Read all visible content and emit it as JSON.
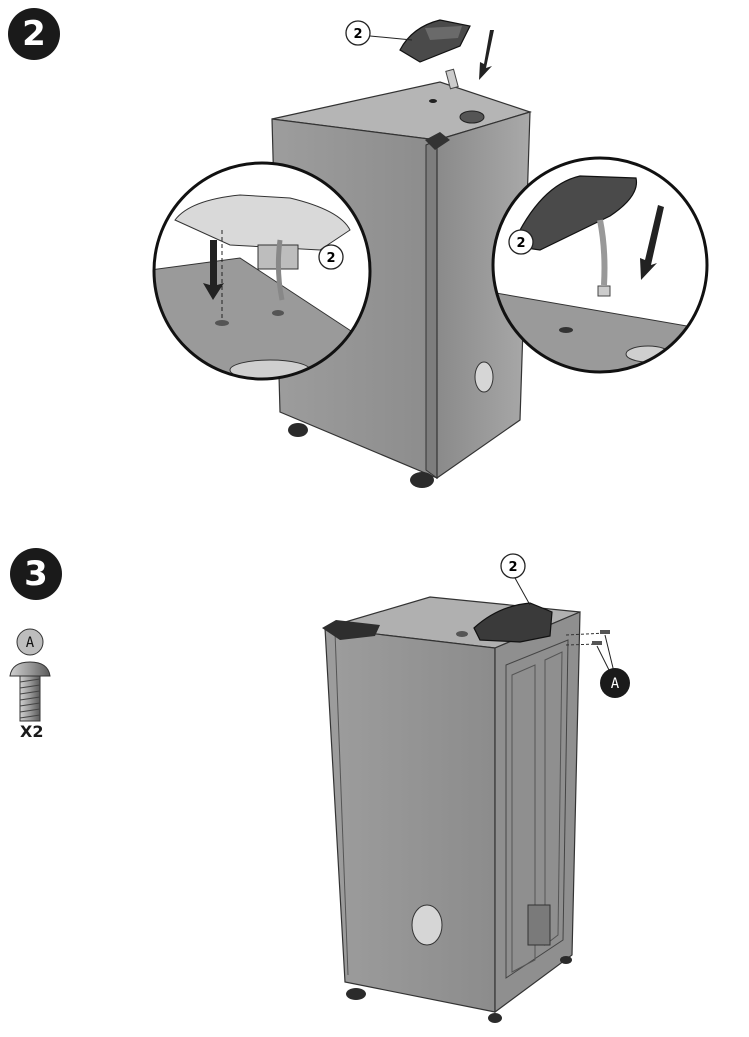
{
  "steps": [
    {
      "number": "2"
    },
    {
      "number": "3"
    }
  ],
  "callouts": {
    "part_number": "2",
    "fastener_letter": "A"
  },
  "hardware": {
    "letter": "A",
    "quantity": "X2"
  }
}
